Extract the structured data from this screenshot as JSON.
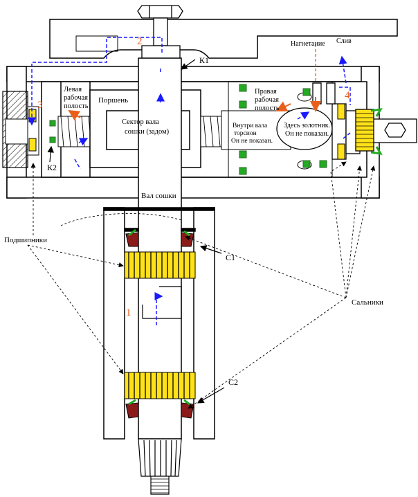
{
  "labels": {
    "k1": "К1",
    "k2": "К2",
    "left_cavity": [
      "Левая",
      "рабочая",
      "полость"
    ],
    "piston": "Поршень",
    "sector": [
      "Сектор вала",
      "сошки (задом)"
    ],
    "torsion": [
      "Внутри вала",
      "торсион",
      "Он не показан."
    ],
    "right_cavity": [
      "Правая",
      "рабочая",
      "полость"
    ],
    "spool": [
      "Здесь золотник.",
      "Он не показан."
    ],
    "pressure": "Нагнетание",
    "drain": "Слив",
    "shaft": "Вал сошки",
    "bearings": "Подшипники",
    "c1": "С1",
    "c2": "С2",
    "seals": "Сальники"
  },
  "markers": [
    "1",
    "2",
    "3",
    "4"
  ],
  "colors": {
    "line": "#000000",
    "flow_blue": "#1a1aff",
    "arrow_orange": "#e8601c",
    "marker_orange": "#e8601c",
    "bearing_yellow": "#ffe11a",
    "seal_green": "#22aa22",
    "seal_dark": "#2a6a2a",
    "seal_red": "#8b1a1a",
    "housing": "#ffffff",
    "pressure_line": "#e8601c"
  }
}
